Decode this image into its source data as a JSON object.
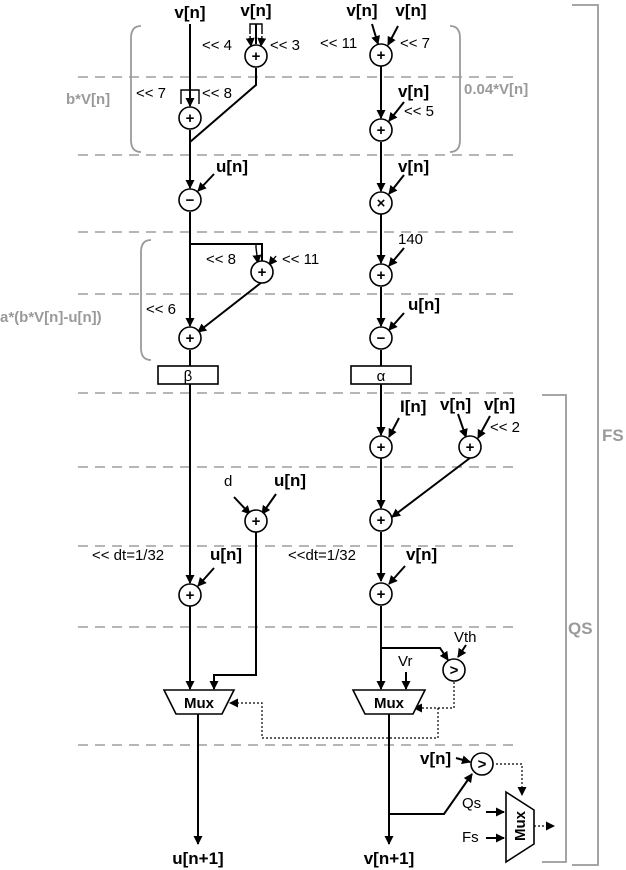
{
  "signals": {
    "v": "v[n]",
    "u": "u[n]",
    "i": "I[n]",
    "u_out": "u[n+1]",
    "v_out": "v[n+1]"
  },
  "shifts": {
    "s4": "<< 4",
    "s3": "<< 3",
    "s11": "<< 11",
    "s7": "<< 7",
    "s8": "<< 8",
    "s5": "<< 5",
    "s6": "<< 6",
    "s2": "<< 2",
    "dt_u": "<< dt=1/32",
    "dt_v": "<<dt=1/32"
  },
  "constants": {
    "c140": "140",
    "d": "d",
    "vth": "Vth",
    "vr": "Vr",
    "qs": "Qs",
    "fs": "Fs"
  },
  "blocks": {
    "beta": "β",
    "alpha": "α",
    "mux": "Mux"
  },
  "operators": {
    "plus": "+",
    "minus": "−",
    "times": "×",
    "greater": ">"
  },
  "annotations": {
    "bv": "b*V[n]",
    "v004": "0.04*V[n]",
    "abvu": "a*(b*V[n]-u[n])",
    "fs": "FS",
    "qs": "QS"
  }
}
